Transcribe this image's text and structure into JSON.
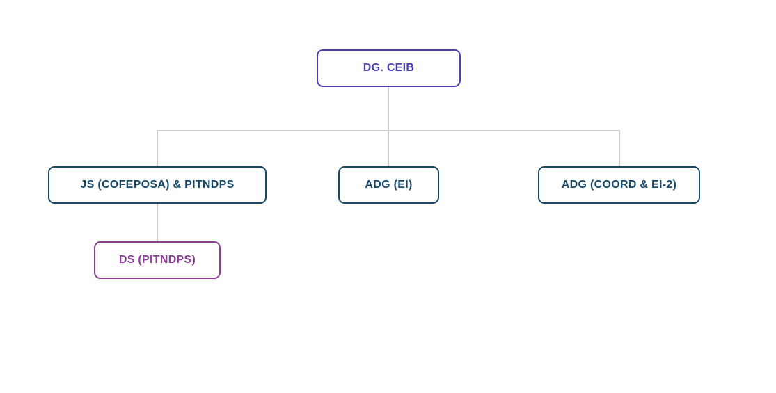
{
  "chart": {
    "type": "org-chart",
    "background": "#ffffff",
    "connector_color": "#cccccc",
    "nodes": {
      "root": {
        "label": "DG. CEIB",
        "accent": "#4a3fb5",
        "children": [
          "js_cofeposa_pitndps",
          "adg_ei",
          "adg_coord_ei2"
        ]
      },
      "js_cofeposa_pitndps": {
        "label": "JS (COFEPOSA) & PITNDPS",
        "accent": "#17496b",
        "children": [
          "ds_pitndps"
        ]
      },
      "adg_ei": {
        "label": "ADG (EI)",
        "accent": "#17496b",
        "children": []
      },
      "adg_coord_ei2": {
        "label": "ADG (COORD & EI-2)",
        "accent": "#17496b",
        "children": []
      },
      "ds_pitndps": {
        "label": "DS (PITNDPS)",
        "accent": "#8c3d96",
        "children": []
      }
    }
  }
}
